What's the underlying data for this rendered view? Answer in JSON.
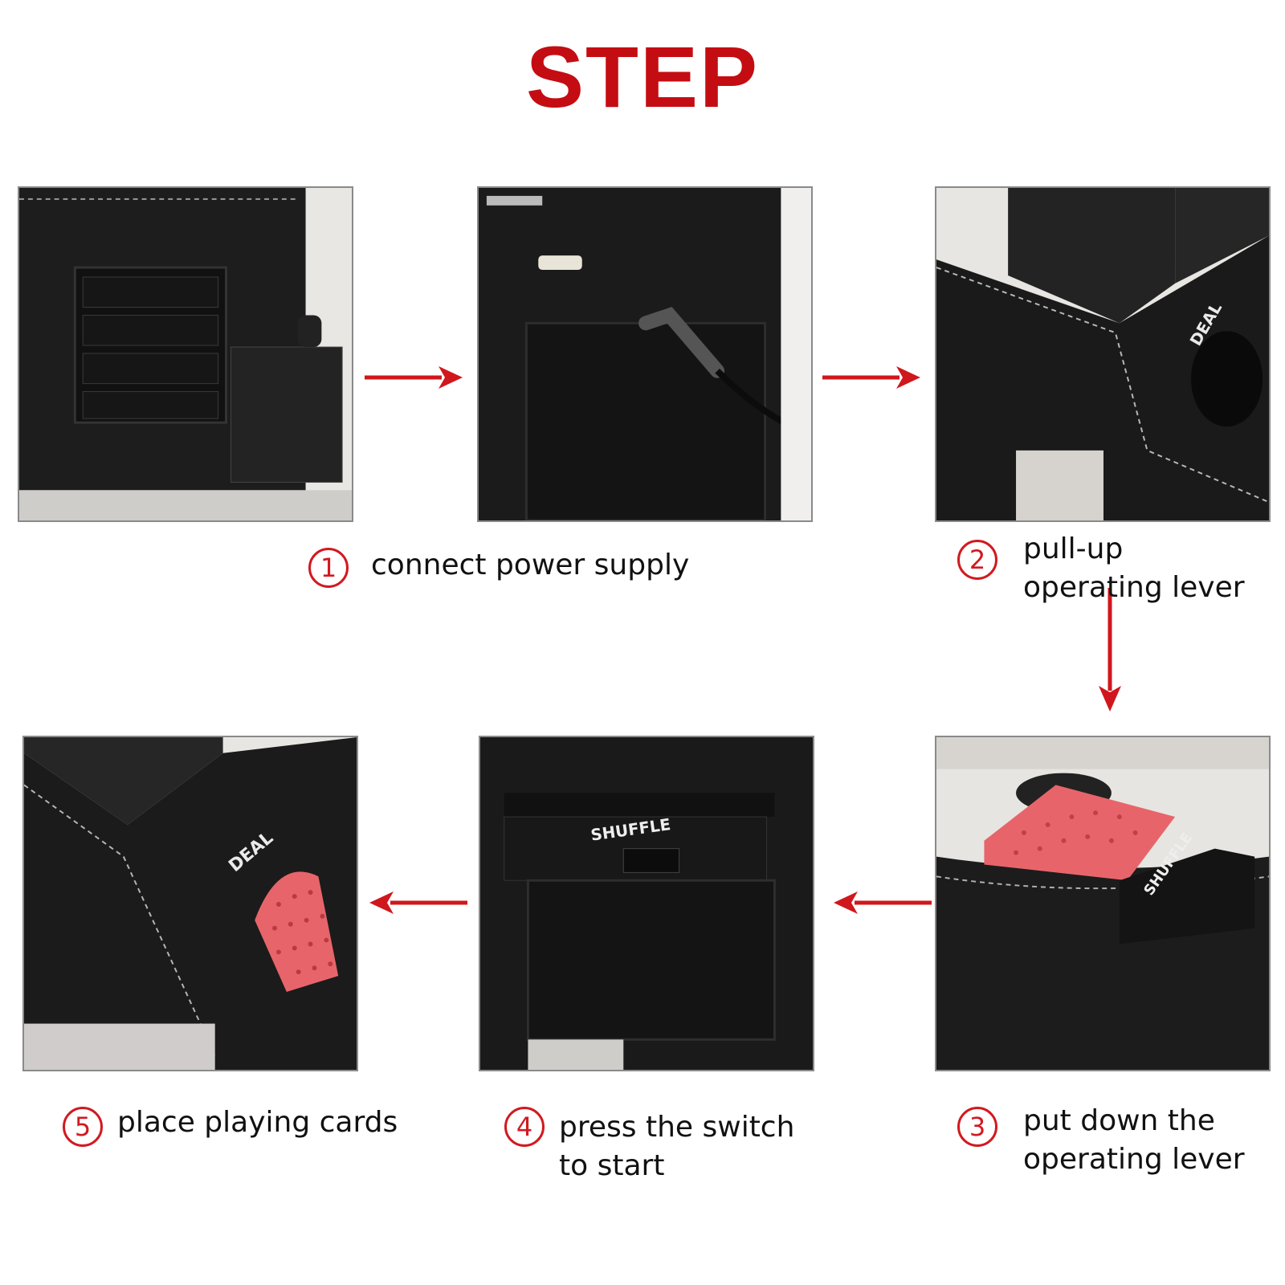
{
  "title": "STEP",
  "colors": {
    "accent": "#c40d12",
    "device": "#1a1a1a",
    "card_back": "#e7656a"
  },
  "photos": [
    {
      "name": "battery-compartment-photo",
      "label": ""
    },
    {
      "name": "power-plug-photo",
      "label": ""
    },
    {
      "name": "lever-up-photo",
      "label": "DEAL"
    },
    {
      "name": "lever-down-with-cards-photo",
      "label": "SHUFFLE"
    },
    {
      "name": "shuffle-switch-photo",
      "label": "SHUFFLE"
    },
    {
      "name": "deal-slot-photo",
      "label": "DEAL"
    }
  ],
  "steps": [
    {
      "number": "1",
      "line1": "connect power supply",
      "line2": ""
    },
    {
      "number": "2",
      "line1": "pull-up",
      "line2": "operating lever"
    },
    {
      "number": "3",
      "line1": "put down the",
      "line2": "operating lever"
    },
    {
      "number": "4",
      "line1": "press the switch",
      "line2": "to start"
    },
    {
      "number": "5",
      "line1": "place playing cards",
      "line2": ""
    }
  ],
  "arrows": [
    "right",
    "right",
    "down",
    "left",
    "left"
  ]
}
